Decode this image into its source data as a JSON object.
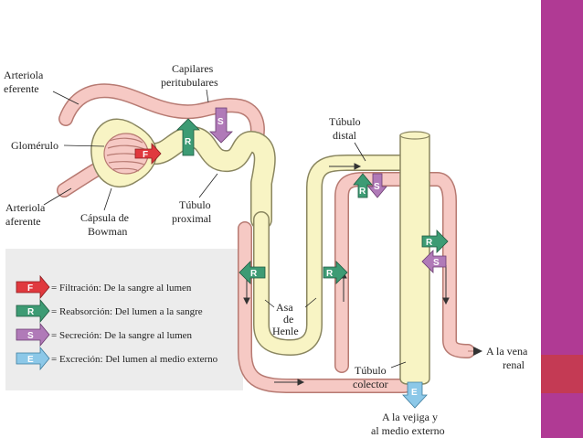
{
  "labels": {
    "efferent_1": "Arteriola",
    "efferent_2": "eferente",
    "glomerulus": "Glomérulo",
    "afferent_1": "Arteriola",
    "afferent_2": "aferente",
    "bowman_1": "Cápsula de",
    "bowman_2": "Bowman",
    "peritubular_1": "Capilares",
    "peritubular_2": "peritubulares",
    "proximal_1": "Túbulo",
    "proximal_2": "proximal",
    "distal_1": "Túbulo",
    "distal_2": "distal",
    "henle_1": "Asa",
    "henle_2": "de",
    "henle_3": "Henle",
    "collector_1": "Túbulo",
    "collector_2": "colector",
    "vein_1": "A la vena",
    "vein_2": "renal",
    "bladder_1": "A la vejiga y",
    "bladder_2": "al medio externo"
  },
  "arrow_letters": {
    "F": "F",
    "R": "R",
    "S": "S",
    "E": "E"
  },
  "legend": [
    {
      "letter": "F",
      "text": "= Filtración: De la sangre al lumen",
      "color": "#e0393e"
    },
    {
      "letter": "R",
      "text": "= Reabsorción: Del lumen a la sangre",
      "color": "#3d9b74"
    },
    {
      "letter": "S",
      "text": "= Secreción: De la sangre al lumen",
      "color": "#b07ab8"
    },
    {
      "letter": "E",
      "text": "= Excreción: Del lumen al medio externo",
      "color": "#8cc8e8"
    }
  ],
  "colors": {
    "tubule": "#f8f4c4",
    "tubule_stroke": "#8a8660",
    "vessel": "#f6c9c4",
    "vessel_stroke": "#b77a72",
    "sidebar": "#b03a94",
    "sidebar_accent": "#c43a54",
    "legend_bg": "#ececec"
  }
}
